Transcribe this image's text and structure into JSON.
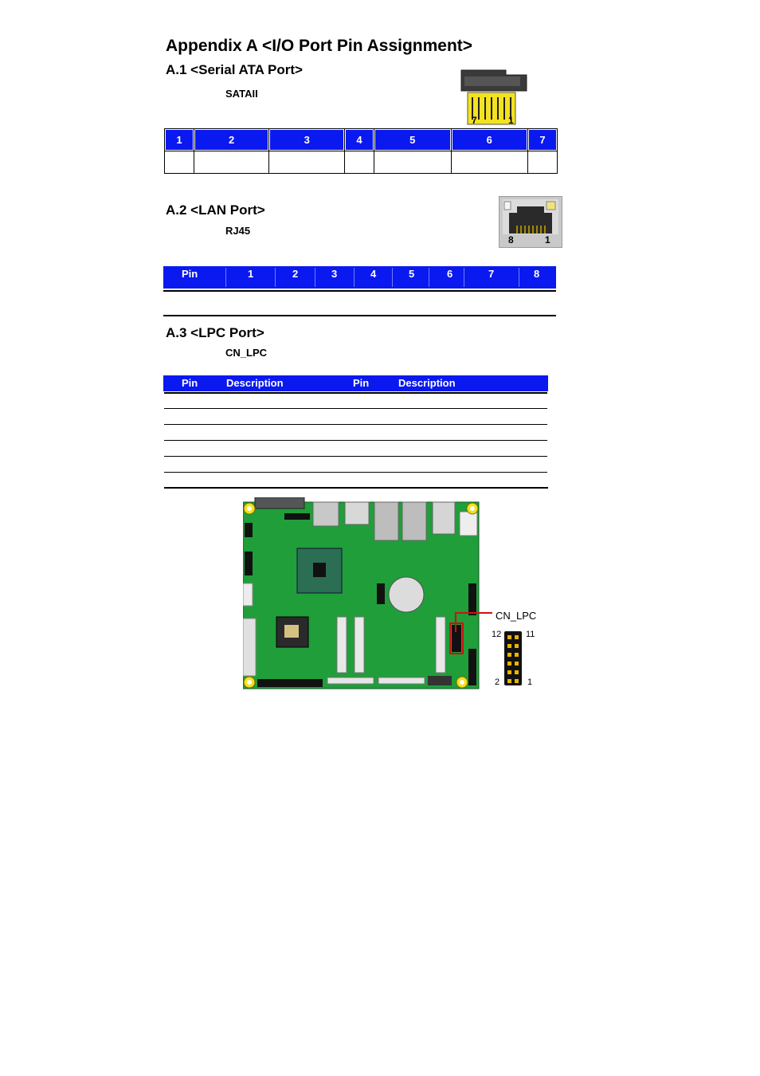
{
  "page_title": "Appendix A <I/O Port Pin Assignment>",
  "sections": {
    "sata": {
      "heading": "A.1 <Serial ATA Port>",
      "connector_label": "SATAII",
      "image_pin_left": "7",
      "image_pin_right": "1",
      "table_headers": [
        "1",
        "2",
        "3",
        "4",
        "5",
        "6",
        "7"
      ]
    },
    "lan": {
      "heading": "A.2 <LAN Port>",
      "connector_label": "RJ45",
      "image_pin_left": "8",
      "image_pin_right": "1",
      "table_headers": [
        "Pin",
        "1",
        "2",
        "3",
        "4",
        "5",
        "6",
        "7",
        "8"
      ]
    },
    "lpc": {
      "heading": "A.3 <LPC Port>",
      "connector_label": "CN_LPC",
      "table_headers": [
        "Pin",
        "Description",
        "Pin",
        "Description"
      ],
      "callout": {
        "name": "CN_LPC",
        "pin_tl": "12",
        "pin_tr": "11",
        "pin_bl": "2",
        "pin_br": "1"
      }
    }
  },
  "colors": {
    "header_blue": "#0a19f0",
    "pcb_green": "#1f9e3a",
    "callout_red": "#d01010"
  }
}
